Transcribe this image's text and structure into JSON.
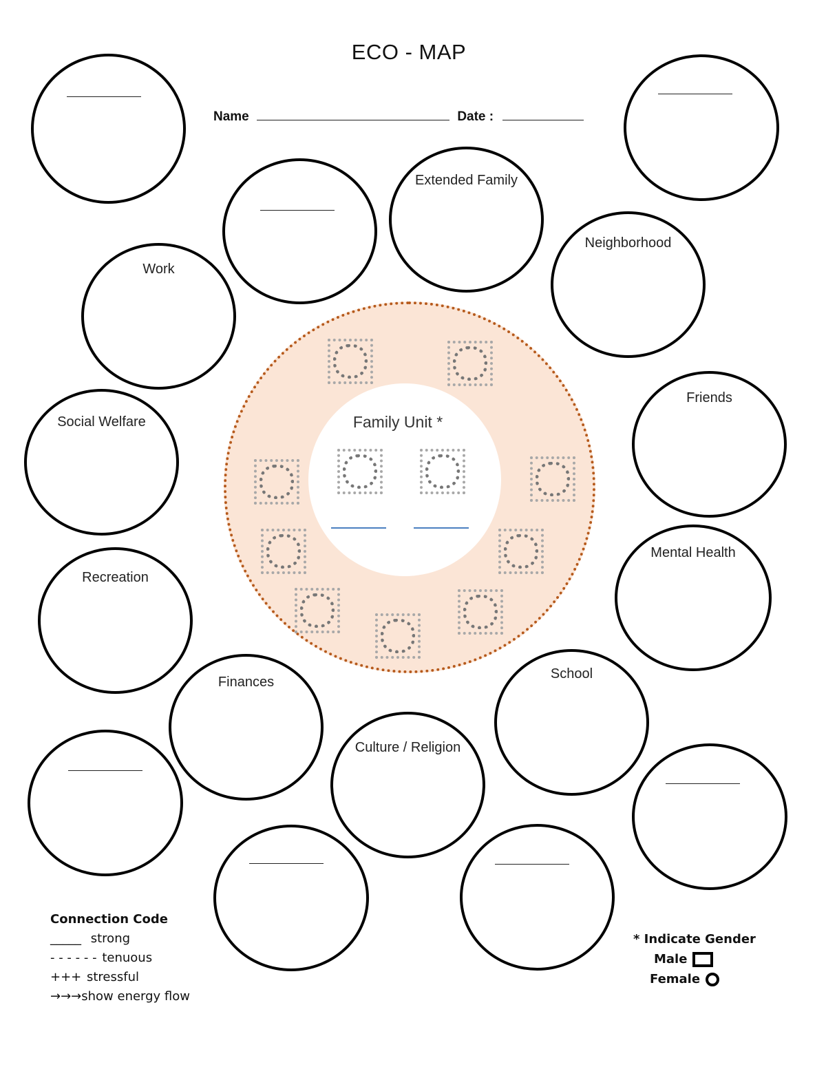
{
  "title": "ECO - MAP",
  "name_label": "Name",
  "date_label": "Date :",
  "family_unit_label": "Family Unit *",
  "circles": {
    "extended_family": "Extended Family",
    "neighborhood": "Neighborhood",
    "work": "Work",
    "friends": "Friends",
    "social_welfare": "Social Welfare",
    "mental_health": "Mental Health",
    "recreation": "Recreation",
    "finances": "Finances",
    "school": "School",
    "culture_religion": "Culture / Religion"
  },
  "legend": {
    "heading": "Connection Code",
    "items": [
      {
        "symbol": "_____",
        "label": "strong"
      },
      {
        "symbol": "- - - - - -",
        "label": "tenuous"
      },
      {
        "symbol": "+++",
        "label": "stressful"
      },
      {
        "symbol": "→→→",
        "label": "show energy flow"
      }
    ]
  },
  "gender_key": {
    "heading": "* Indicate Gender",
    "male": "Male",
    "female": "Female"
  }
}
